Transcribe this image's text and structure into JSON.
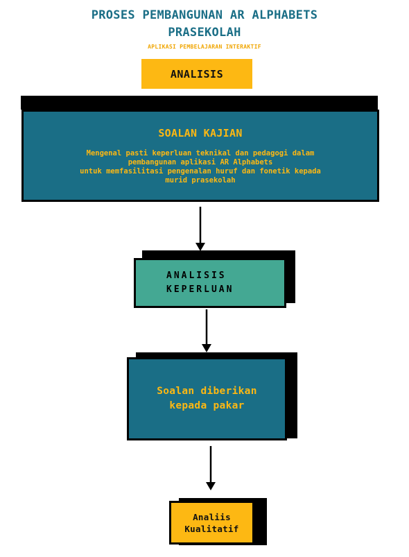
{
  "header": {
    "title_line1": "PROSES PEMBANGUNAN AR ALPHABETS",
    "title_line2": "PRASEKOLAH",
    "subtitle": "APLIKASI PEMBELAJARAN INTERAKTIF"
  },
  "phase": {
    "label": "ANALISIS"
  },
  "soalan_kajian": {
    "title": "SOALAN KAJIAN",
    "desc_line1": "Mengenal pasti keperluan teknikal dan pedagogi dalam",
    "desc_line2": "pembangunan aplikasi AR Alphabets",
    "desc_line3": "untuk memfasilitasi pengenalan huruf dan fonetik kepada",
    "desc_line4": "murid prasekolah"
  },
  "analisis_keperluan": {
    "line1": "ANALISIS",
    "line2": "KEPERLUAN"
  },
  "soalan_pakar": {
    "line1": "Soalan diberikan",
    "line2": "kepada pakar"
  },
  "analisis_kualitatif": {
    "line1": "Analiis",
    "line2": "Kualitatif"
  },
  "colors": {
    "teal": "#1a6e86",
    "green": "#44a893",
    "yellow": "#fdb813",
    "orange_text": "#f0a500",
    "black": "#000000"
  }
}
